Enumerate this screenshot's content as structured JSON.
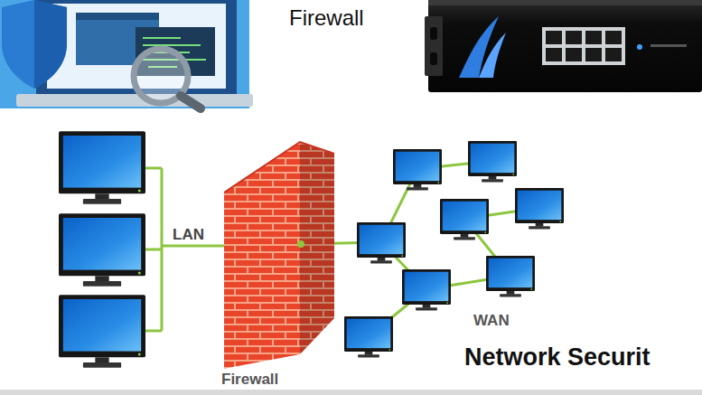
{
  "diagram": {
    "nodes": [
      {
        "text": [
          "Firewall"
        ]
      }
    ],
    "labels": [
      "Firewall",
      "LAN",
      "WAN",
      "Network Securit"
    ]
  }
}
